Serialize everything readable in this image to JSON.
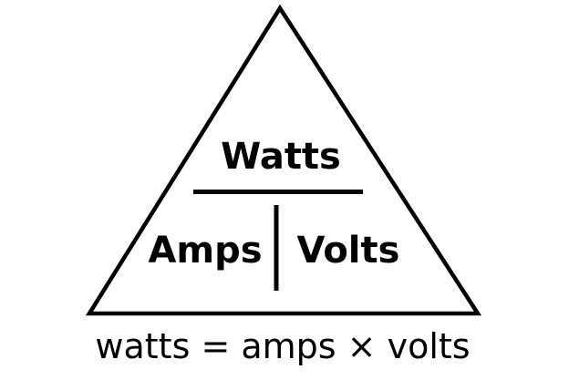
{
  "colors": {
    "background": "#ffffff",
    "ink": "#000000"
  },
  "triangle": {
    "top_label": "Watts",
    "bottom_left_label": "Amps",
    "bottom_right_label": "Volts"
  },
  "formula": "watts = amps × volts"
}
